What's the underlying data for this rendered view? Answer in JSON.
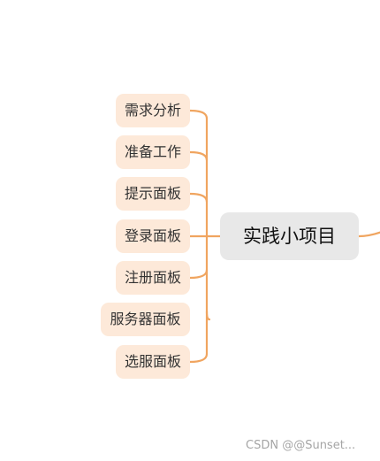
{
  "mindmap": {
    "root": "实践小项目",
    "children": [
      "需求分析",
      "准备工作",
      "提示面板",
      "登录面板",
      "注册面板",
      "服务器面板",
      "选服面板"
    ]
  },
  "watermark": "CSDN @@Sunset...",
  "colors": {
    "connector": "#f0a560",
    "child_bg": "#fde9d9",
    "root_bg": "#e8e8e8"
  }
}
